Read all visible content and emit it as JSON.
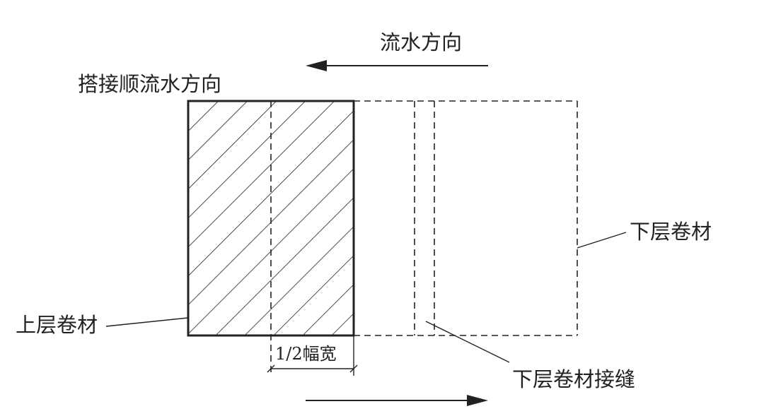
{
  "diagram": {
    "labels": {
      "flow_direction": "流水方向",
      "lap_along_flow": "搭接顺流水方向",
      "upper_layer_roll": "上层卷材",
      "lower_layer_roll": "下层卷材",
      "lower_layer_seam": "下层卷材接缝",
      "half_width": "1/2幅宽"
    },
    "colors": {
      "stroke": "#222222",
      "background": "#ffffff"
    }
  }
}
